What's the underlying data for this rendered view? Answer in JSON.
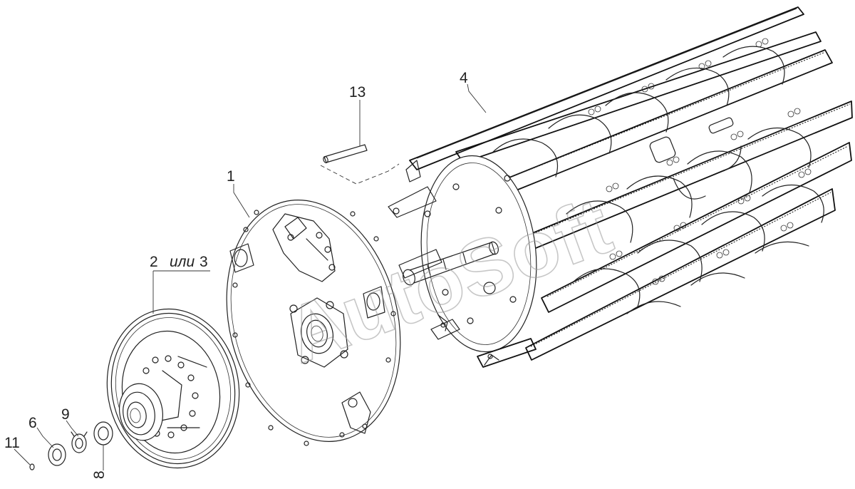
{
  "watermark": "AutoSoft",
  "callouts": {
    "c1": "1",
    "c2": "2",
    "c2_conj": "или",
    "c3": "3",
    "c4": "4",
    "c6": "6",
    "c8": "8",
    "c9": "9",
    "c11": "11",
    "c13": "13"
  },
  "colors": {
    "line": "#222222",
    "background": "#ffffff",
    "watermark": "#9a9a9a"
  }
}
